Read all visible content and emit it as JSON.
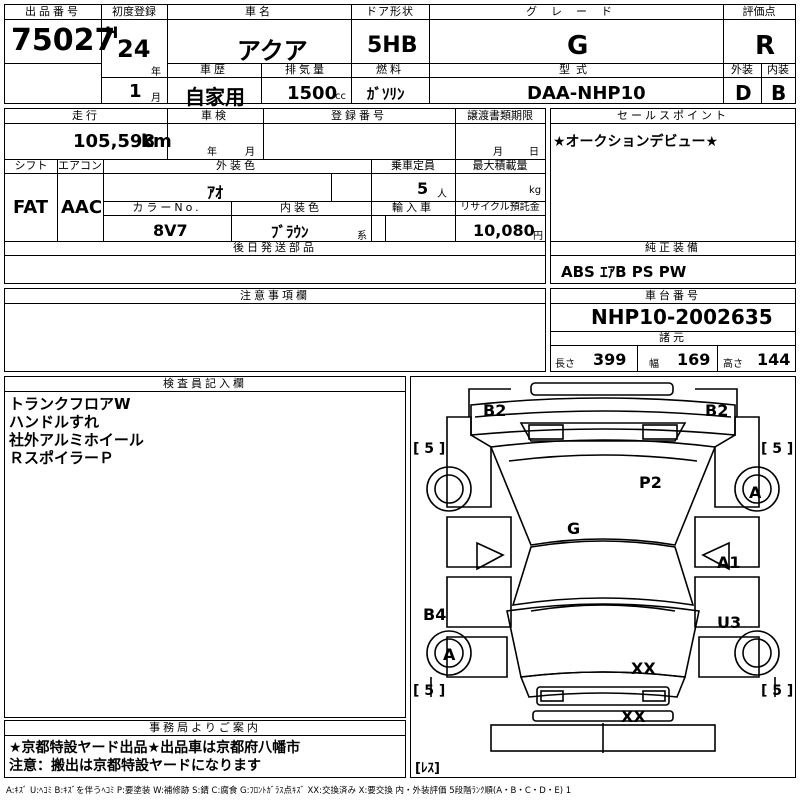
{
  "headers": {
    "lot": "出品番号",
    "first_reg": "初度登録",
    "car_name": "車名",
    "door": "ドア形状",
    "grade": "グレード",
    "score": "評価点",
    "history": "車歴",
    "displacement": "排気量",
    "fuel": "燃料",
    "model": "型式",
    "exterior": "外装",
    "interior": "内装",
    "mileage": "走行",
    "inspection": "車検",
    "reg_no": "登録番号",
    "transfer": "譲渡書類期限",
    "sales_point": "セールスポイント",
    "shift": "シフト",
    "aircon": "エアコン",
    "ext_color": "外装色",
    "capacity": "乗車定員",
    "max_load": "最大積載量",
    "color_no": "カラーNo.",
    "int_color": "内装色",
    "import": "輸入車",
    "recycle": "リサイクル預託金",
    "later_parts": "後日発送部品",
    "genuine": "純正装備",
    "notes": "注意事項欄",
    "chassis": "車台番号",
    "specs": "諸元",
    "inspector": "検査員記入欄",
    "office": "事務局よりご案内"
  },
  "lot_number": "75027",
  "era": "H",
  "year": "24",
  "year_unit": "年",
  "month": "1",
  "month_unit": "月",
  "car_name": "アクア",
  "door_type": "5HB",
  "grade": "G",
  "score": "R",
  "history": "自家用",
  "displacement": "1500",
  "displacement_unit": "cc",
  "fuel": "ｶﾞｿﾘﾝ",
  "model_code": "DAA-NHP10",
  "exterior_grade": "D",
  "interior_grade": "B",
  "mileage": "105,598",
  "mileage_unit": "km",
  "inspection_year_unit": "年",
  "inspection_month_unit": "月",
  "transfer_month_unit": "月",
  "transfer_day_unit": "日",
  "sales_point_text": "★オークションデビュー★",
  "shift": "FAT",
  "aircon": "AAC",
  "ext_color": "ｱｵ",
  "capacity": "5",
  "capacity_unit": "人",
  "load_unit": "kg",
  "color_no": "8V7",
  "int_color": "ﾌﾞﾗｳﾝ",
  "int_color_unit": "系",
  "recycle_fee": "10,080",
  "recycle_unit": "円",
  "genuine_equipment": "ABS ｴｱB PS PW",
  "chassis_number": "NHP10-2002635",
  "spec_labels": {
    "length": "長さ",
    "width": "幅",
    "height": "高さ"
  },
  "specs": {
    "length": "399",
    "width": "169",
    "height": "144"
  },
  "inspector_notes": [
    "トランクフロアW",
    "ハンドルすれ",
    "社外アルミホイール",
    "ＲスポイラーＰ"
  ],
  "office_notes": [
    "★京都特設ヤード出品★出品車は京都府八幡市",
    "注意：搬出は京都特設ヤードになります"
  ],
  "diagram": {
    "marks": [
      "B2",
      "B2",
      "P2",
      "A",
      "G",
      "A1",
      "B4",
      "U3",
      "A",
      "XX",
      "XX"
    ],
    "tire_labels": [
      "[ 5 ]",
      "[ 5 ]",
      "[ 5 ]",
      "[ 5 ]"
    ],
    "spare_label": "[ﾚｽ]"
  },
  "legend": "A:ｷｽﾞ U:ﾍｺﾐ B:ｷｽﾞを伴うﾍｺﾐ P:要塗装 W:補修跡 S:錆 C:腐食 G:ﾌﾛﾝﾄｶﾞﾗｽ点ｷｽﾞ XX:交換済み X:要交換  内・外装評価 5段階ﾗﾝｸ順(A・B・C・D・E) 1"
}
